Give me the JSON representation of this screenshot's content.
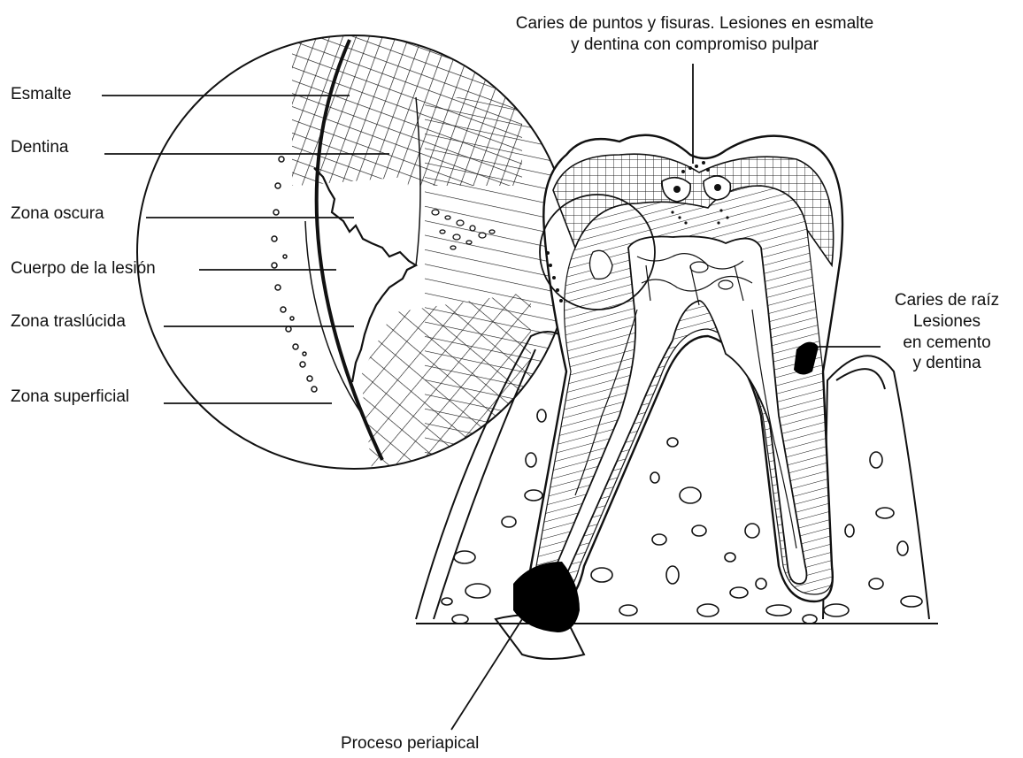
{
  "labels": {
    "left": [
      "Esmalte",
      "Dentina",
      "Zona oscura",
      "Cuerpo de la lesión",
      "Zona traslúcida",
      "Zona superficial"
    ],
    "top_line1": "Caries de puntos y fisuras. Lesiones en esmalte",
    "top_line2": "y dentina con compromiso pulpar",
    "root_line1": "Caries de raíz",
    "root_line2": "Lesiones",
    "root_line3": "en cemento",
    "root_line4": "y dentina",
    "bottom": "Proceso periapical"
  },
  "colors": {
    "ink": "#111111",
    "lesion": "#000000",
    "paper": "#ffffff"
  }
}
